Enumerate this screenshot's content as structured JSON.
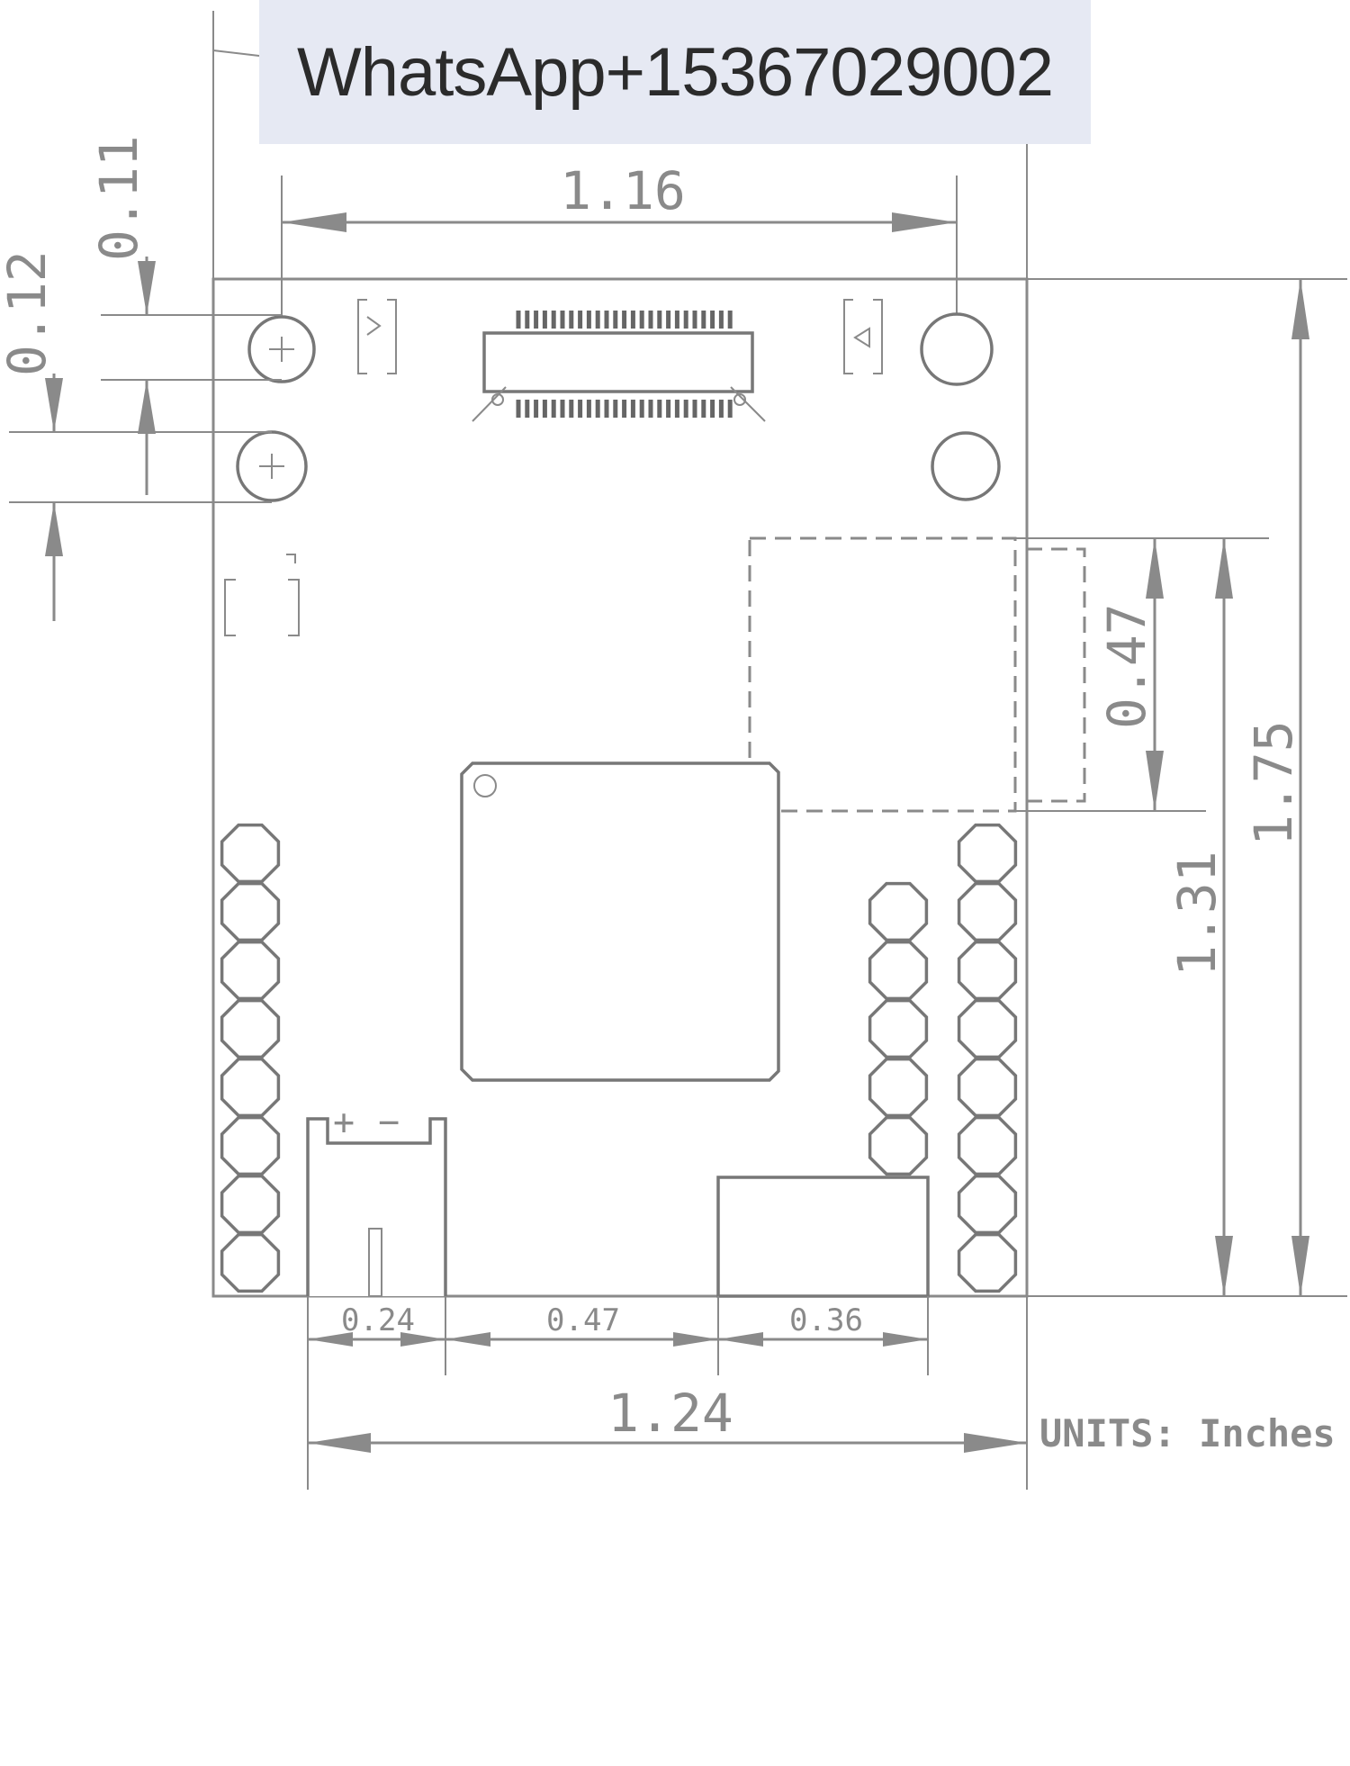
{
  "watermark": {
    "text": "WhatsApp+15367029002"
  },
  "dimensions": {
    "top_width": "1.16",
    "left_offset_1": "0.11",
    "left_offset_2": "0.12",
    "dash_height": "0.47",
    "lower_height": "1.31",
    "total_height": "1.75",
    "seg1": "0.24",
    "seg2": "0.47",
    "seg3": "0.36",
    "bottom_width": "1.24"
  },
  "units_label": "UNITS: Inches",
  "power_connector": {
    "plus": "+",
    "minus": "−"
  },
  "colors": {
    "line": "#8a8a8a",
    "outline": "#777777",
    "banner_bg": "#e6e9f3"
  }
}
